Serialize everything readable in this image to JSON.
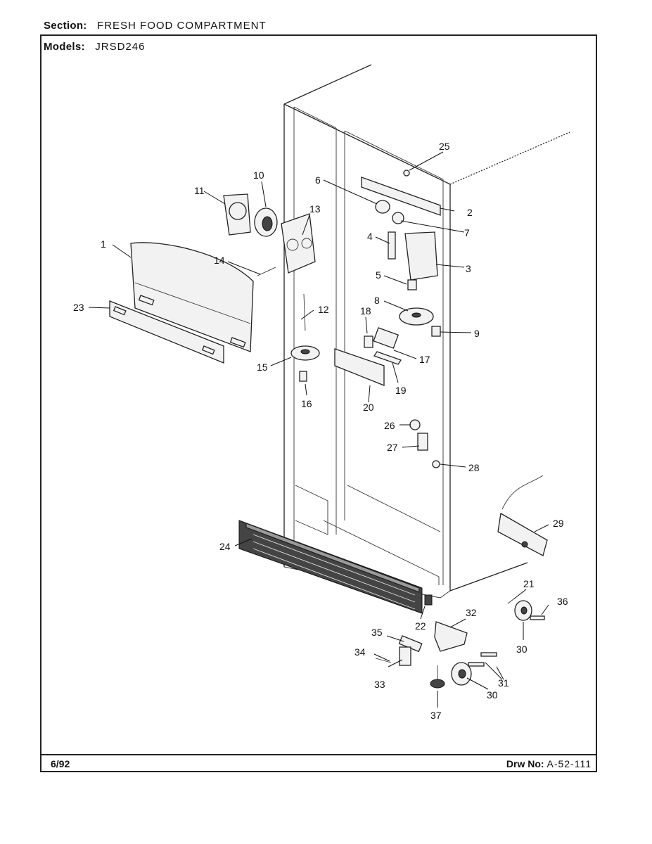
{
  "header": {
    "section_label": "Section:",
    "section_value": "FRESH FOOD COMPARTMENT",
    "models_label": "Models:",
    "models_value": "JRSD246"
  },
  "footer": {
    "date": "6/92",
    "drawing_label": "Drw No:",
    "drawing_number": "A-52-111"
  },
  "callouts": [
    "1",
    "2",
    "3",
    "4",
    "5",
    "6",
    "7",
    "8",
    "9",
    "10",
    "11",
    "12",
    "13",
    "14",
    "15",
    "16",
    "17",
    "18",
    "19",
    "20",
    "21",
    "22",
    "23",
    "24",
    "25",
    "26",
    "27",
    "28",
    "29",
    "30",
    "30",
    "31",
    "32",
    "33",
    "34",
    "35",
    "36",
    "37"
  ]
}
